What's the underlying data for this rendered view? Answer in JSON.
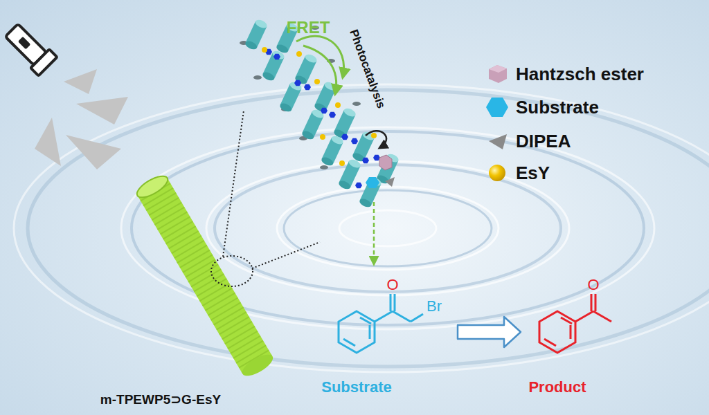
{
  "diagram": {
    "nodes": [
      {
        "text": [
          "O",
          "Br",
          "Substrate"
        ]
      },
      {
        "text": [
          "O",
          "Product"
        ]
      }
    ],
    "edges": [
      {
        "from": 0,
        "to": 1,
        "arrow": "to"
      }
    ],
    "labels": [
      "FRET",
      "Photocatalysis",
      "m-TPEWP5⊃G-EsY"
    ],
    "legend": [
      {
        "text": "Hantzsch ester"
      },
      {
        "text": "Substrate"
      },
      {
        "text": "DIPEA"
      },
      {
        "text": "EsY"
      }
    ]
  }
}
